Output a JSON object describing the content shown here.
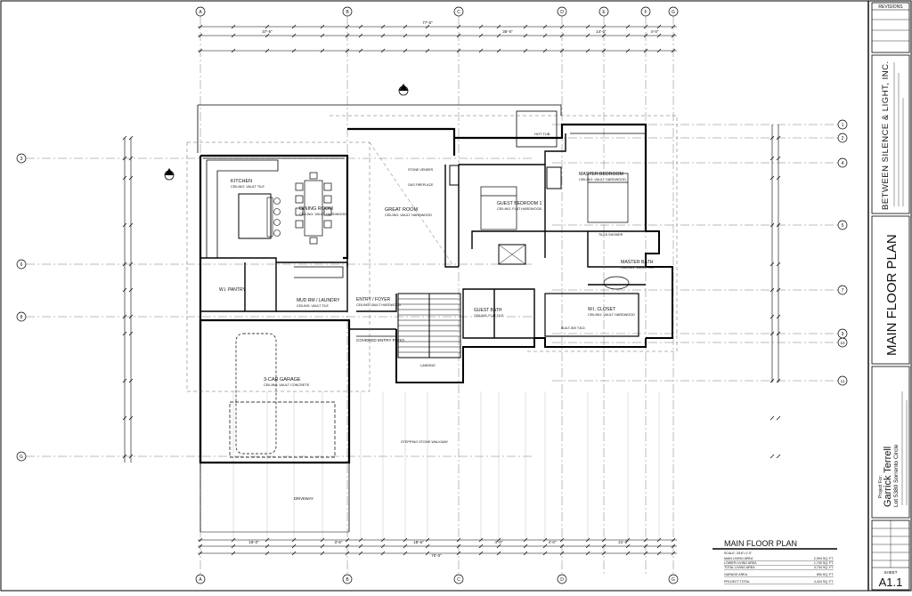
{
  "title_block": {
    "revisions_label": "REVISIONS",
    "firm_name": "BETWEEN SILENCE & LIGHT, INC.",
    "sheet_title": "MAIN FLOOR PLAN",
    "project_for_label": "Project For:",
    "client_name": "Garrick Terrell",
    "project_lot": "Lot 5380 Sorrento Circle",
    "sheet_label": "SHEET",
    "sheet_number": "A1.1"
  },
  "plan_caption": {
    "title": "MAIN FLOOR PLAN",
    "scale": "SCALE: 3/16\"=1'-0\"",
    "areas": [
      {
        "label": "MAIN LIVING AREA",
        "value": "2,994 SQ. FT."
      },
      {
        "label": "LOWER LIVING AREA",
        "value": "1,740 SQ. FT."
      },
      {
        "label": "TOTAL LIVING AREA",
        "value": "3,734 SQ. FT."
      },
      {
        "label": "GARAGE AREA",
        "value": "690 SQ. FT."
      },
      {
        "label": "PROJECT TOTAL",
        "value": "4,424 SQ. FT."
      }
    ]
  },
  "grid_letters": [
    "A",
    "B",
    "C",
    "D",
    "E",
    "F",
    "G"
  ],
  "row_numbers": [
    "1",
    "2",
    "3",
    "4",
    "5",
    "6",
    "7",
    "8",
    "9",
    "10",
    "11"
  ],
  "rooms": {
    "kitchen": "KITCHEN",
    "kitchen_sub": "CEILING: VAULT TILE",
    "dining": "DINING ROOM",
    "dining_sub": "CEILING: VAULT HARDWOOD",
    "great": "GREAT ROOM",
    "great_sub": "CEILING: VAULT HARDWOOD",
    "guest1": "GUEST BEDROOM 1",
    "guest1_sub": "CEILING: FLAT HARDWOOD",
    "master_bed": "MASTER BEDROOM",
    "master_bed_sub": "CEILING: VAULT HARDWOOD",
    "master_bath": "MASTER BATH",
    "master_bath_sub": "CEILING: VAULT TILE",
    "wi_closet": "W.I. CLOSET",
    "wi_closet_sub": "CEILING: VAULT HARDWOOD",
    "pantry": "W.I. PANTRY",
    "mud": "MUD RM / LAUNDRY",
    "mud_sub": "CEILING: VAULT TILE",
    "entry": "ENTRY / FOYER",
    "entry_sub": "CEILING: VAULT HARDWOOD",
    "guest_bath": "GUEST BATH",
    "guest_bath_sub": "CEILING: FLAT TILE",
    "garage": "3-CAR GARAGE",
    "garage_sub": "CEILING: VAULT CONCRETE",
    "patio": "COVERED ENTRY PATIO",
    "driveway": "DRIVEWAY",
    "hot_tub": "HOT TUB",
    "stepping": "STEPPING STONE WALKWAY",
    "landing": "LANDING",
    "stone_veneer": "STONE VENEER",
    "gas_fireplace": "GAS FIREPLACE",
    "tiled_shower": "TILED SHOWER",
    "built_ins": "BUILT-INS T.B.D."
  },
  "dims_top": [
    "37'-6\"",
    "36'-0\"",
    "14'-0\"",
    "4'-0\"",
    "77'-6\""
  ],
  "dims_bottom": [
    "19'-0\"",
    "3'-6\"",
    "18'-6\"",
    "4'-0\"",
    "4'-0\"",
    "21'-6\"",
    "70'-0\""
  ]
}
